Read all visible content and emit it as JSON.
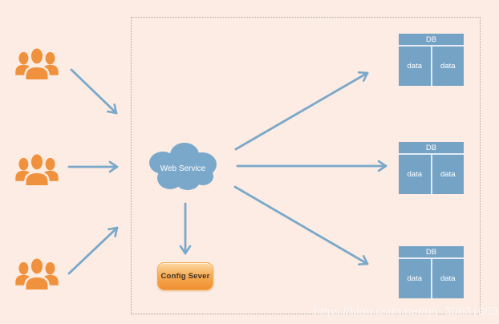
{
  "diagram": {
    "cloud_label": "Web Service",
    "config_label": "Config Sever",
    "watermark_text": "https://blog.csdn.net/qq_30631063",
    "databases": [
      {
        "title": "DB",
        "cells": [
          "data",
          "data"
        ]
      },
      {
        "title": "DB",
        "cells": [
          "data",
          "data"
        ]
      },
      {
        "title": "DB",
        "cells": [
          "data",
          "data"
        ]
      }
    ],
    "user_groups": [
      {
        "name": "user-group-top"
      },
      {
        "name": "user-group-middle"
      },
      {
        "name": "user-group-bottom"
      }
    ],
    "colors": {
      "background": "#fcece3",
      "orange": "#f0923d",
      "arrow_blue": "#7aa8ca",
      "db_fill": "#74a3c6",
      "dashed_border": "#b1a59b"
    }
  }
}
